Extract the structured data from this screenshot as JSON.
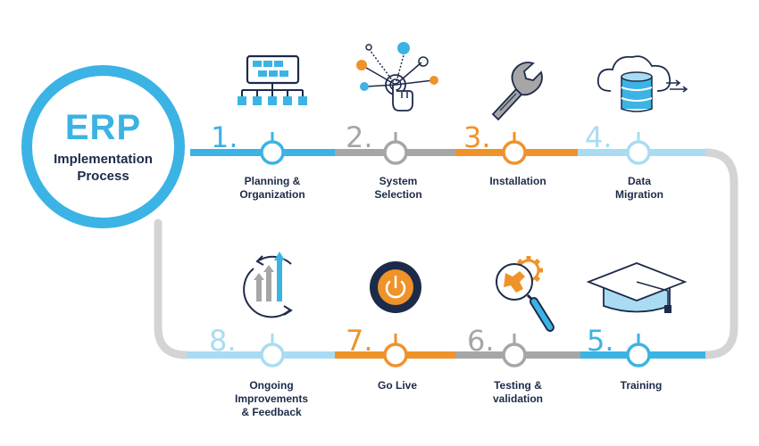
{
  "hub": {
    "title": "ERP",
    "subtitle_line1": "Implementation",
    "subtitle_line2": "Process"
  },
  "colors": {
    "blue": "#3bb3e4",
    "gray": "#a6a6a6",
    "orange": "#f0922a",
    "light_blue": "#a9dcf2",
    "connector": "#d4d4d4",
    "navy": "#1d2b4a"
  },
  "steps": [
    {
      "number": "1.",
      "label_lines": [
        "Planning &",
        "Organization"
      ],
      "icon": "org-chart-icon",
      "color": "#3bb3e4"
    },
    {
      "number": "2.",
      "label_lines": [
        "System",
        "Selection"
      ],
      "icon": "touch-network-icon",
      "color": "#a6a6a6"
    },
    {
      "number": "3.",
      "label_lines": [
        "Installation"
      ],
      "icon": "wrench-icon",
      "color": "#f0922a"
    },
    {
      "number": "4.",
      "label_lines": [
        "Data",
        "Migration"
      ],
      "icon": "cloud-database-icon",
      "color": "#a9dcf2"
    },
    {
      "number": "5.",
      "label_lines": [
        "Training"
      ],
      "icon": "graduation-cap-icon",
      "color": "#3bb3e4"
    },
    {
      "number": "6.",
      "label_lines": [
        "Testing &",
        "validation"
      ],
      "icon": "magnifier-gear-icon",
      "color": "#a6a6a6"
    },
    {
      "number": "7.",
      "label_lines": [
        "Go Live"
      ],
      "icon": "power-button-icon",
      "color": "#f0922a"
    },
    {
      "number": "8.",
      "label_lines": [
        "Ongoing",
        "Improvements",
        "& Feedback"
      ],
      "icon": "growth-cycle-icon",
      "color": "#a9dcf2"
    }
  ]
}
